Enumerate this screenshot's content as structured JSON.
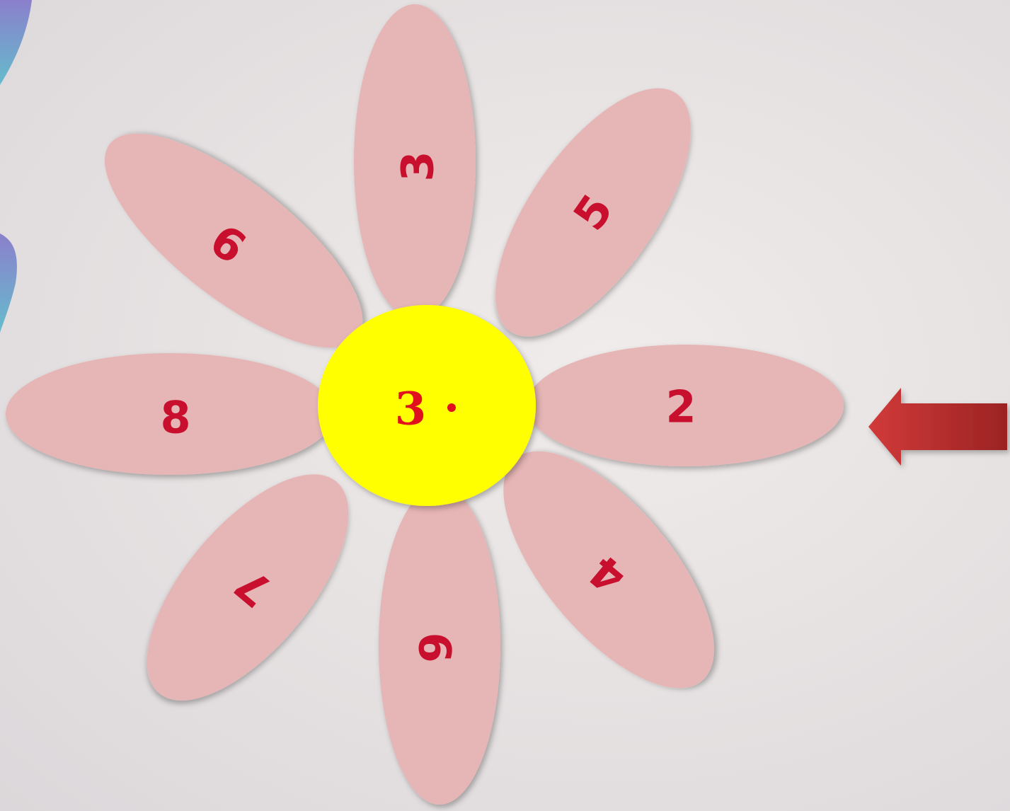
{
  "flower": {
    "center_label": "3",
    "center_color": "#ffff00",
    "petal_color": "#e6b5b5",
    "number_color": "#c8102e",
    "petals": [
      {
        "id": "top",
        "label": "3"
      },
      {
        "id": "upper-right",
        "label": "5"
      },
      {
        "id": "right",
        "label": "2"
      },
      {
        "id": "lower-right",
        "label": "4"
      },
      {
        "id": "bottom",
        "label": "6"
      },
      {
        "id": "lower-left",
        "label": "7"
      },
      {
        "id": "left",
        "label": "8"
      },
      {
        "id": "upper-left",
        "label": "6"
      }
    ]
  },
  "arrow": {
    "icon": "left-arrow-icon",
    "color": "#b22a2a"
  }
}
